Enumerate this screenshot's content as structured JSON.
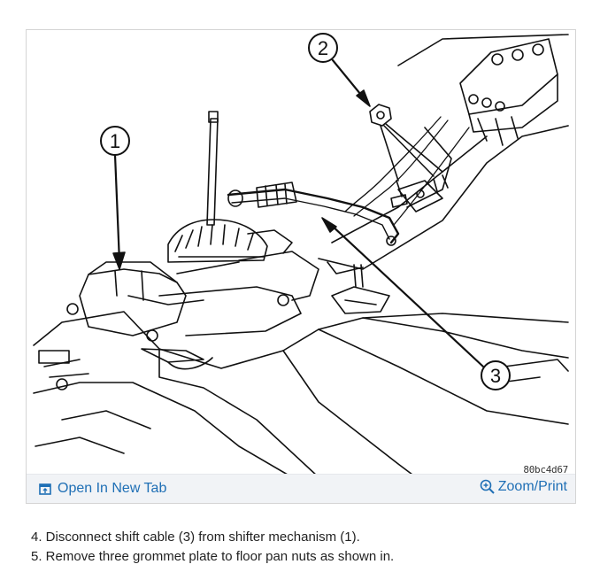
{
  "figure": {
    "callouts": [
      "1",
      "2",
      "3"
    ],
    "code": "80bc4d67",
    "open_tab_label": "Open In New Tab",
    "zoom_label": "Zoom/Print",
    "open_tab_icon": "open-new-tab-icon",
    "zoom_icon": "zoom-in-icon",
    "link_color": "#1f6fb5"
  },
  "steps": [
    "4. Disconnect shift cable (3) from shifter mechanism (1).",
    "5. Remove three grommet plate to floor pan nuts as shown in."
  ]
}
